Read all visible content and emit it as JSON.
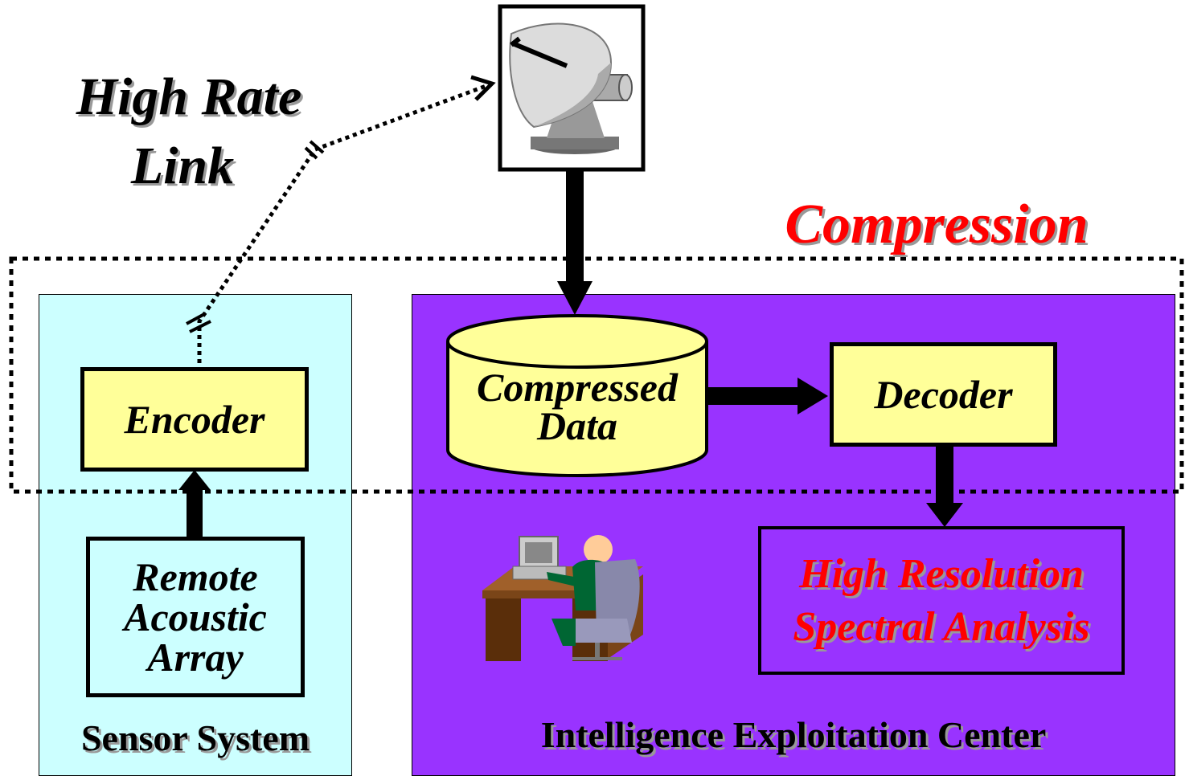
{
  "link_label": {
    "line1": "High Rate",
    "line2": "Link"
  },
  "compression_label": "Compression",
  "encoder": "Encoder",
  "compressed_data": {
    "line1": "Compressed",
    "line2": "Data"
  },
  "decoder": "Decoder",
  "remote_array": {
    "line1": "Remote",
    "line2": "Acoustic",
    "line3": "Array"
  },
  "analysis": {
    "line1": "High Resolution",
    "line2": "Spectral Analysis"
  },
  "sensor_system": "Sensor System",
  "iec": "Intelligence Exploitation Center",
  "colors": {
    "sensor_panel": "#ccffff",
    "iec_panel": "#9933ff",
    "box_fill": "#ffff99",
    "red_text": "#ff0000"
  },
  "icons": [
    "satellite-dish-icon",
    "analyst-workstation-icon"
  ]
}
